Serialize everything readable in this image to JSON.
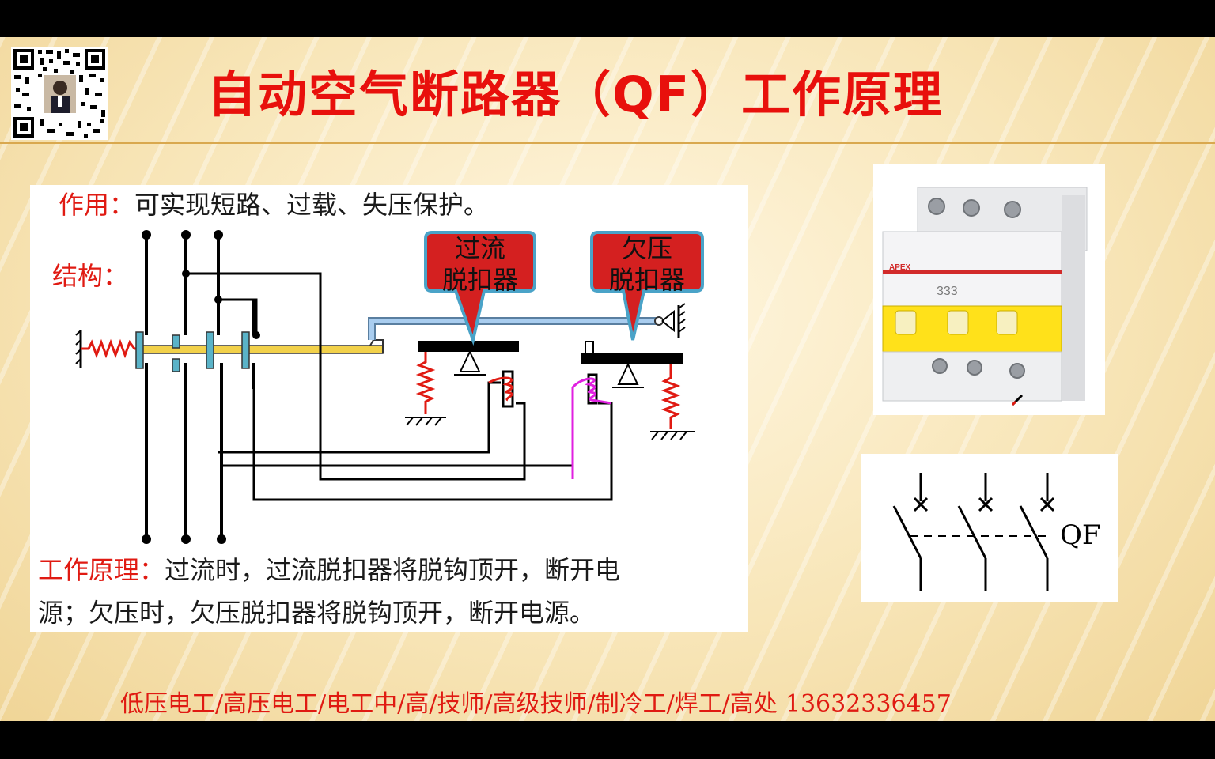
{
  "slide": {
    "title": "自动空气断路器（QF）工作原理"
  },
  "diagram": {
    "function_label": "作用：",
    "function_text": "可实现短路、过载、失压保护。",
    "structure_label": "结构：",
    "overcurrent_callout_line1": "过流",
    "overcurrent_callout_line2": "脱扣器",
    "undervoltage_callout_line1": "欠压",
    "undervoltage_callout_line2": "脱扣器",
    "principle_label": "工作原理：",
    "principle_line1": "过流时，过流脱扣器将脱钩顶开，断开电",
    "principle_line2": "源；欠压时，欠压脱扣器将脱钩顶开，断开电源。"
  },
  "photo": {
    "brand": "APEX",
    "model": "333"
  },
  "symbol": {
    "label": "QF"
  },
  "footer": {
    "courses": "低压电工/高压电工/电工中/高/技师/高级技师/制冷工/焊工/高处",
    "phone": "13632336457"
  },
  "colors": {
    "title_red": "#e8100c",
    "callout_red": "#d42020",
    "callout_border": "#4aa3c8",
    "lever_blue": "#9cc3e6",
    "rod_yellow": "#f2d14a",
    "spring_red": "#e01a12",
    "coil_magenta": "#e020e0",
    "breaker_yellow": "#ffe11a"
  }
}
